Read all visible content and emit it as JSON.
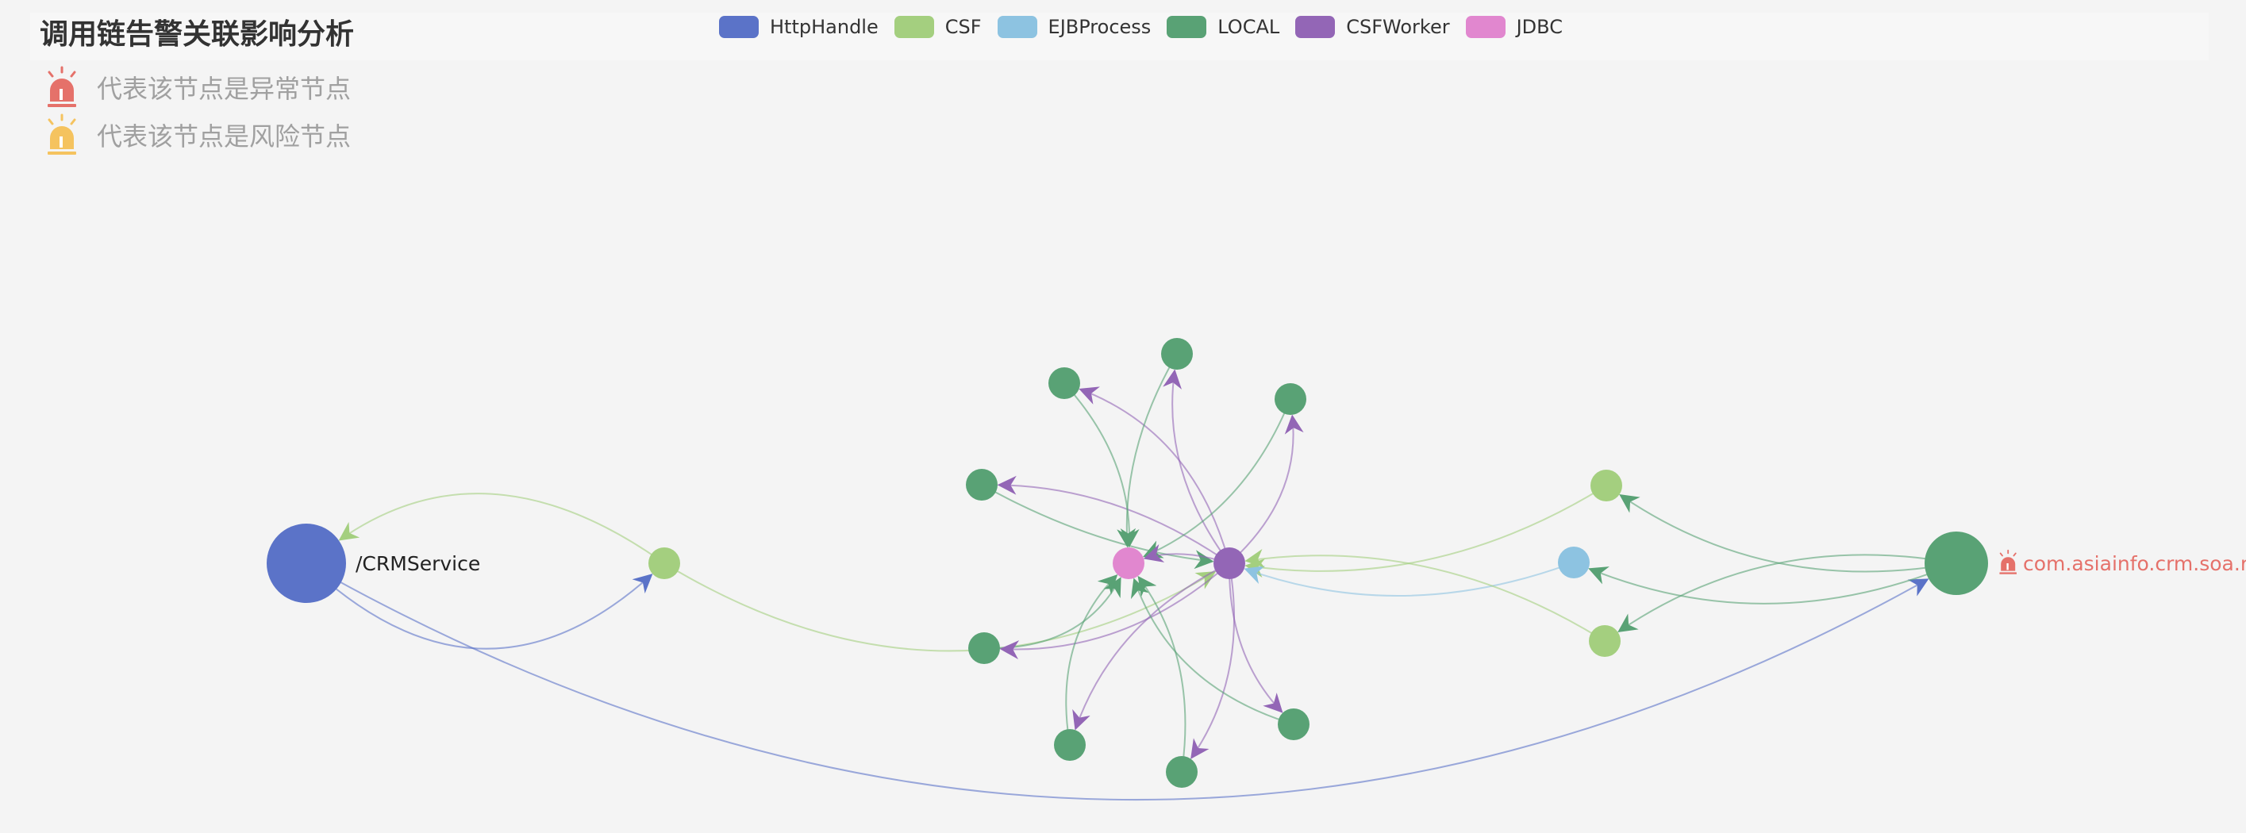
{
  "title": "调用链告警关联影响分析",
  "legend": [
    {
      "label": "HttpHandle",
      "color": "#5b73c8"
    },
    {
      "label": "CSF",
      "color": "#a4cf7f"
    },
    {
      "label": "EJBProcess",
      "color": "#8dc3e1"
    },
    {
      "label": "LOCAL",
      "color": "#59a275"
    },
    {
      "label": "CSFWorker",
      "color": "#9366b6"
    },
    {
      "label": "JDBC",
      "color": "#e187cf"
    }
  ],
  "alarm_legend": [
    {
      "icon": "red-alarm-icon",
      "color": "#e5716a",
      "text": "代表该节点是异常节点"
    },
    {
      "icon": "yellow-alarm-icon",
      "color": "#f5c35f",
      "text": "代表该节点是风险节点"
    }
  ],
  "node_labels": {
    "root": "/CRMService",
    "remote": "com.asiainfo.crm.soa.re"
  },
  "graph": {
    "nodes": [
      {
        "id": "root",
        "type": "HttpHandle",
        "status": "normal"
      },
      {
        "id": "csf1",
        "type": "CSF"
      },
      {
        "id": "jdbc",
        "type": "JDBC"
      },
      {
        "id": "worker",
        "type": "CSFWorker"
      },
      {
        "id": "l1",
        "type": "LOCAL"
      },
      {
        "id": "l2",
        "type": "LOCAL"
      },
      {
        "id": "l3",
        "type": "LOCAL"
      },
      {
        "id": "l4",
        "type": "LOCAL"
      },
      {
        "id": "l5",
        "type": "LOCAL"
      },
      {
        "id": "l6",
        "type": "LOCAL"
      },
      {
        "id": "l7",
        "type": "LOCAL"
      },
      {
        "id": "l8",
        "type": "LOCAL"
      },
      {
        "id": "l9",
        "type": "LOCAL"
      },
      {
        "id": "csf2",
        "type": "CSF"
      },
      {
        "id": "ejb",
        "type": "EJBProcess"
      },
      {
        "id": "csf3",
        "type": "CSF"
      },
      {
        "id": "remote",
        "type": "LOCAL",
        "status": "abnormal"
      }
    ],
    "edges": [
      {
        "from": "root",
        "to": "remote",
        "type": "HttpHandle"
      },
      {
        "from": "root",
        "to": "csf1",
        "type": "HttpHandle"
      },
      {
        "from": "csf1",
        "to": "root",
        "type": "CSF"
      },
      {
        "from": "csf1",
        "to": "worker",
        "type": "CSF"
      },
      {
        "from": "l1",
        "to": "worker",
        "type": "LOCAL"
      },
      {
        "from": "worker",
        "to": "l1",
        "type": "CSFWorker"
      },
      {
        "from": "l2",
        "to": "jdbc",
        "type": "LOCAL"
      },
      {
        "from": "worker",
        "to": "l2",
        "type": "CSFWorker"
      },
      {
        "from": "l3",
        "to": "jdbc",
        "type": "LOCAL"
      },
      {
        "from": "worker",
        "to": "l3",
        "type": "CSFWorker"
      },
      {
        "from": "l4",
        "to": "jdbc",
        "type": "LOCAL"
      },
      {
        "from": "worker",
        "to": "l4",
        "type": "CSFWorker"
      },
      {
        "from": "l5",
        "to": "jdbc",
        "type": "LOCAL"
      },
      {
        "from": "worker",
        "to": "l5",
        "type": "CSFWorker"
      },
      {
        "from": "l6",
        "to": "jdbc",
        "type": "LOCAL"
      },
      {
        "from": "worker",
        "to": "l6",
        "type": "CSFWorker"
      },
      {
        "from": "l7",
        "to": "jdbc",
        "type": "LOCAL"
      },
      {
        "from": "worker",
        "to": "l7",
        "type": "CSFWorker"
      },
      {
        "from": "l8",
        "to": "jdbc",
        "type": "LOCAL"
      },
      {
        "from": "worker",
        "to": "l8",
        "type": "CSFWorker"
      },
      {
        "from": "l9",
        "to": "jdbc",
        "type": "LOCAL"
      },
      {
        "from": "worker",
        "to": "l9",
        "type": "CSFWorker"
      },
      {
        "from": "worker",
        "to": "jdbc",
        "type": "CSFWorker"
      },
      {
        "from": "csf2",
        "to": "worker",
        "type": "CSF"
      },
      {
        "from": "ejb",
        "to": "worker",
        "type": "EJBProcess"
      },
      {
        "from": "csf3",
        "to": "worker",
        "type": "CSF"
      },
      {
        "from": "remote",
        "to": "csf2",
        "type": "LOCAL"
      },
      {
        "from": "remote",
        "to": "ejb",
        "type": "LOCAL"
      },
      {
        "from": "remote",
        "to": "csf3",
        "type": "LOCAL"
      }
    ]
  }
}
